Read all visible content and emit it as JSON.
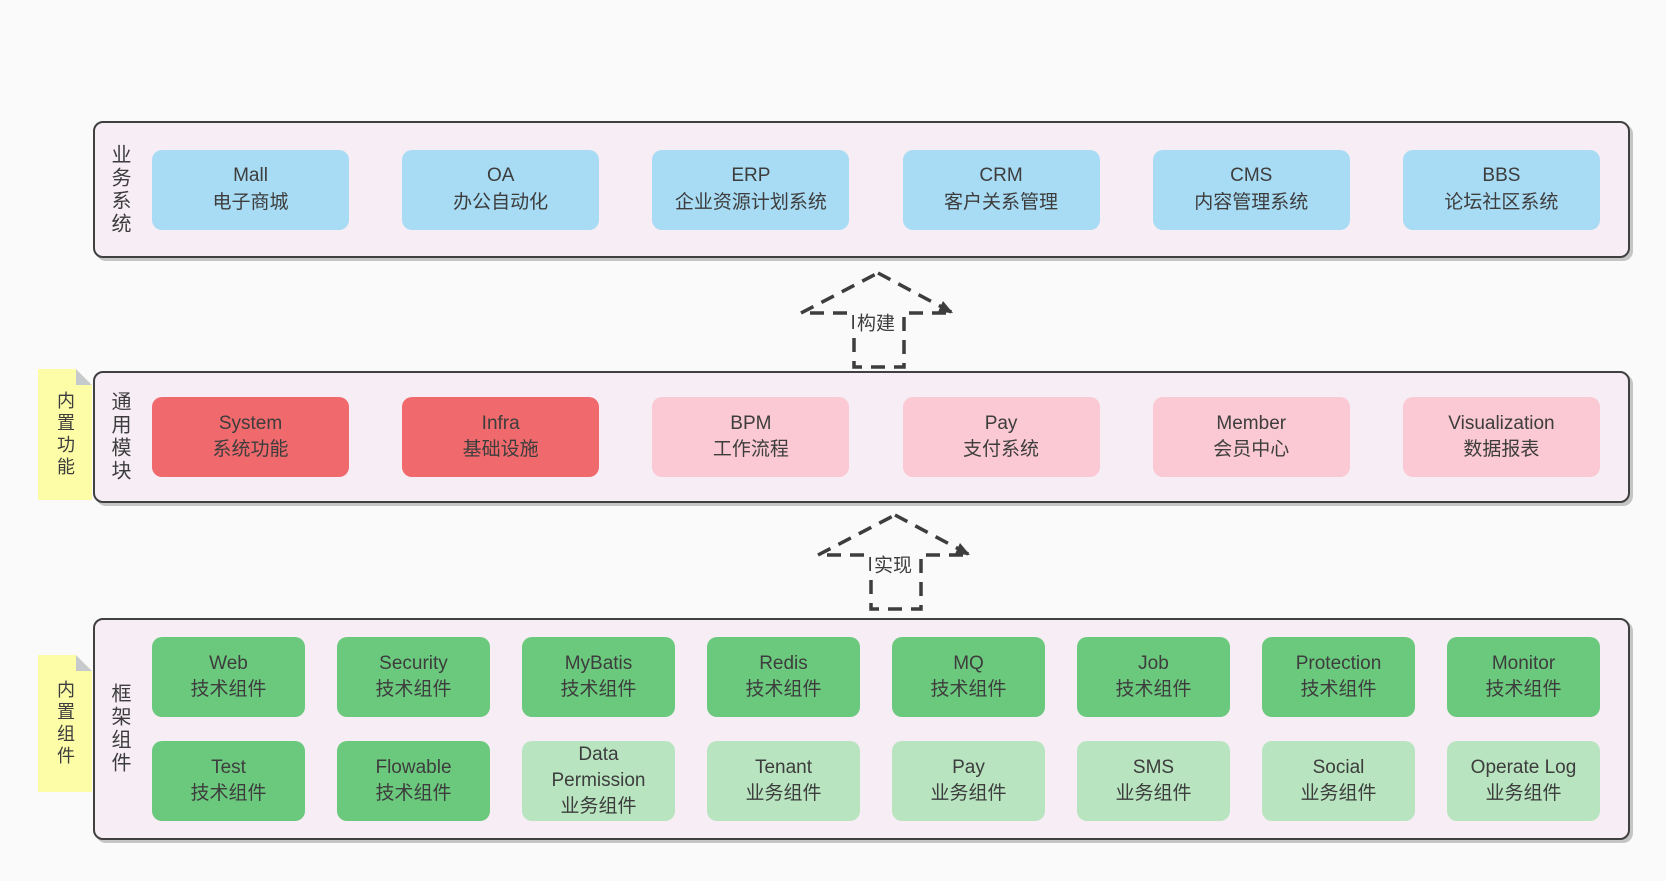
{
  "arrows": [
    {
      "label": "构建"
    },
    {
      "label": "实现"
    }
  ],
  "notes": [
    {
      "text": "内置功能"
    },
    {
      "text": "内置组件"
    }
  ],
  "layers": [
    {
      "label": "业务系统",
      "boxes": [
        {
          "title": "Mall",
          "subtitle": "电子商城",
          "type": "blue"
        },
        {
          "title": "OA",
          "subtitle": "办公自动化",
          "type": "blue"
        },
        {
          "title": "ERP",
          "subtitle": "企业资源计划系统",
          "type": "blue"
        },
        {
          "title": "CRM",
          "subtitle": "客户关系管理",
          "type": "blue"
        },
        {
          "title": "CMS",
          "subtitle": "内容管理系统",
          "type": "blue"
        },
        {
          "title": "BBS",
          "subtitle": "论坛社区系统",
          "type": "blue"
        }
      ]
    },
    {
      "label": "通用模块",
      "boxes": [
        {
          "title": "System",
          "subtitle": "系统功能",
          "type": "red"
        },
        {
          "title": "Infra",
          "subtitle": "基础设施",
          "type": "red"
        },
        {
          "title": "BPM",
          "subtitle": "工作流程",
          "type": "pink"
        },
        {
          "title": "Pay",
          "subtitle": "支付系统",
          "type": "pink"
        },
        {
          "title": "Member",
          "subtitle": "会员中心",
          "type": "pink"
        },
        {
          "title": "Visualization",
          "subtitle": "数据报表",
          "type": "pink"
        }
      ]
    },
    {
      "label": "框架组件",
      "rows": [
        [
          {
            "title": "Web",
            "subtitle": "技术组件",
            "type": "green"
          },
          {
            "title": "Security",
            "subtitle": "技术组件",
            "type": "green"
          },
          {
            "title": "MyBatis",
            "subtitle": "技术组件",
            "type": "green"
          },
          {
            "title": "Redis",
            "subtitle": "技术组件",
            "type": "green"
          },
          {
            "title": "MQ",
            "subtitle": "技术组件",
            "type": "green"
          },
          {
            "title": "Job",
            "subtitle": "技术组件",
            "type": "green"
          },
          {
            "title": "Protection",
            "subtitle": "技术组件",
            "type": "green"
          },
          {
            "title": "Monitor",
            "subtitle": "技术组件",
            "type": "green"
          }
        ],
        [
          {
            "title": "Test",
            "subtitle": "技术组件",
            "type": "green"
          },
          {
            "title": "Flowable",
            "subtitle": "技术组件",
            "type": "green"
          },
          {
            "title": "Data Permission",
            "subtitle": "业务组件",
            "type": "lightgreen"
          },
          {
            "title": "Tenant",
            "subtitle": "业务组件",
            "type": "lightgreen"
          },
          {
            "title": "Pay",
            "subtitle": "业务组件",
            "type": "lightgreen"
          },
          {
            "title": "SMS",
            "subtitle": "业务组件",
            "type": "lightgreen"
          },
          {
            "title": "Social",
            "subtitle": "业务组件",
            "type": "lightgreen"
          },
          {
            "title": "Operate Log",
            "subtitle": "业务组件",
            "type": "lightgreen"
          }
        ]
      ]
    }
  ],
  "colors": {
    "page_bg": "#fafafa",
    "container_bg": "#f7edf5",
    "container_border": "#404040",
    "business_box": "#a8dbf4",
    "core_module_box": "#f0696c",
    "optional_module_box": "#fac9d3",
    "tech_component_box": "#6bc97d",
    "biz_component_box": "#b8e4c0",
    "sticky_note": "#fdfda8",
    "note_fold": "#c7cacc",
    "text": "#3d3d3d"
  }
}
